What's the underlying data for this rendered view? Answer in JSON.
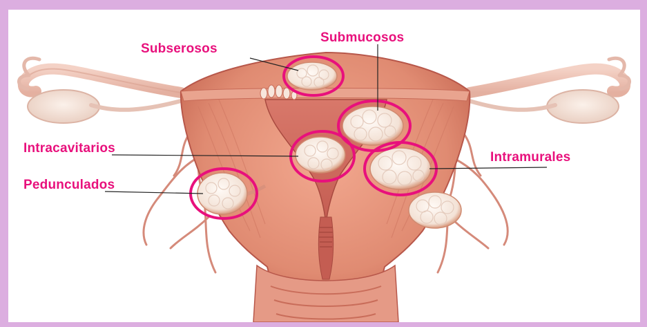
{
  "labels": {
    "subserosos": "Subserosos",
    "submucosos": "Submucosos",
    "intracavitarios": "Intracavitarios",
    "pedunculados": "Pedunculados",
    "intramurales": "Intramurales"
  },
  "colors": {
    "label": "#e8107c",
    "circle": "#e8107c",
    "frame": "#dcaee0",
    "tissue": "#e8937a",
    "tissue_dark": "#c9634f",
    "fibroid": "#f7ece4"
  }
}
